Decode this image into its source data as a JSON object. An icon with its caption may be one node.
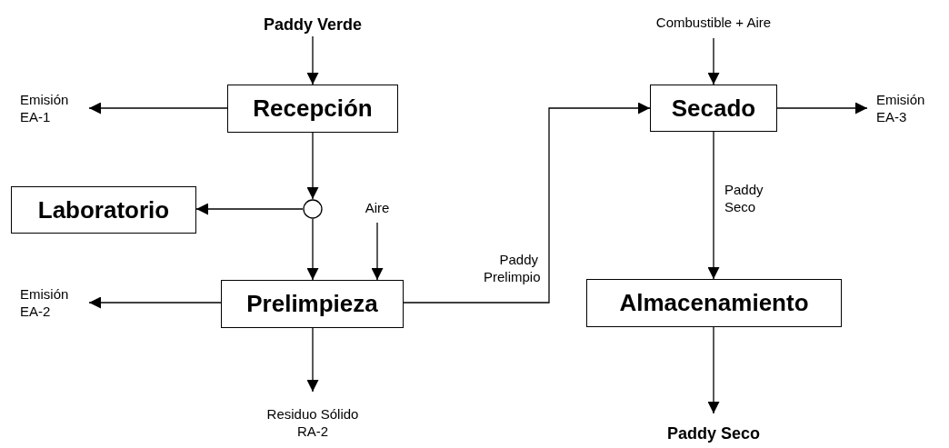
{
  "diagram": {
    "nodes": [
      {
        "text": [
          "Paddy Verde"
        ]
      },
      {
        "text": [
          "Recepción"
        ]
      },
      {
        "text": [
          "Emisión EA-1"
        ]
      },
      {
        "text": [
          "Laboratorio"
        ]
      },
      {
        "text": [],
        "shape": "circle"
      },
      {
        "text": [
          "Aire"
        ]
      },
      {
        "text": [
          "Prelimpieza"
        ]
      },
      {
        "text": [
          "Emisión EA-2"
        ]
      },
      {
        "text": [
          "Residuo Sólido RA-2"
        ]
      },
      {
        "text": [
          "Combustible + Aire"
        ]
      },
      {
        "text": [
          "Secado"
        ]
      },
      {
        "text": [
          "Emisión EA-3"
        ]
      },
      {
        "text": [
          "Almacenamiento"
        ]
      },
      {
        "text": [
          "Paddy Seco"
        ]
      }
    ],
    "edges": [
      {
        "from": 0,
        "to": 1,
        "arrow": "to"
      },
      {
        "from": 1,
        "to": 2,
        "arrow": "to"
      },
      {
        "from": 1,
        "to": 4,
        "arrow": "to"
      },
      {
        "from": 4,
        "to": 3,
        "arrow": "to"
      },
      {
        "from": 4,
        "to": 6,
        "arrow": "to"
      },
      {
        "from": 5,
        "to": 6,
        "arrow": "to"
      },
      {
        "from": 6,
        "to": 7,
        "arrow": "to"
      },
      {
        "from": 6,
        "to": 8,
        "arrow": "to"
      },
      {
        "from": 6,
        "to": 10,
        "arrow": "to",
        "label": "Paddy Prelimpio"
      },
      {
        "from": 9,
        "to": 10,
        "arrow": "to"
      },
      {
        "from": 10,
        "to": 11,
        "arrow": "to"
      },
      {
        "from": 10,
        "to": 12,
        "arrow": "to",
        "label": "Paddy Seco"
      },
      {
        "from": 12,
        "to": 13,
        "arrow": "to"
      }
    ]
  }
}
